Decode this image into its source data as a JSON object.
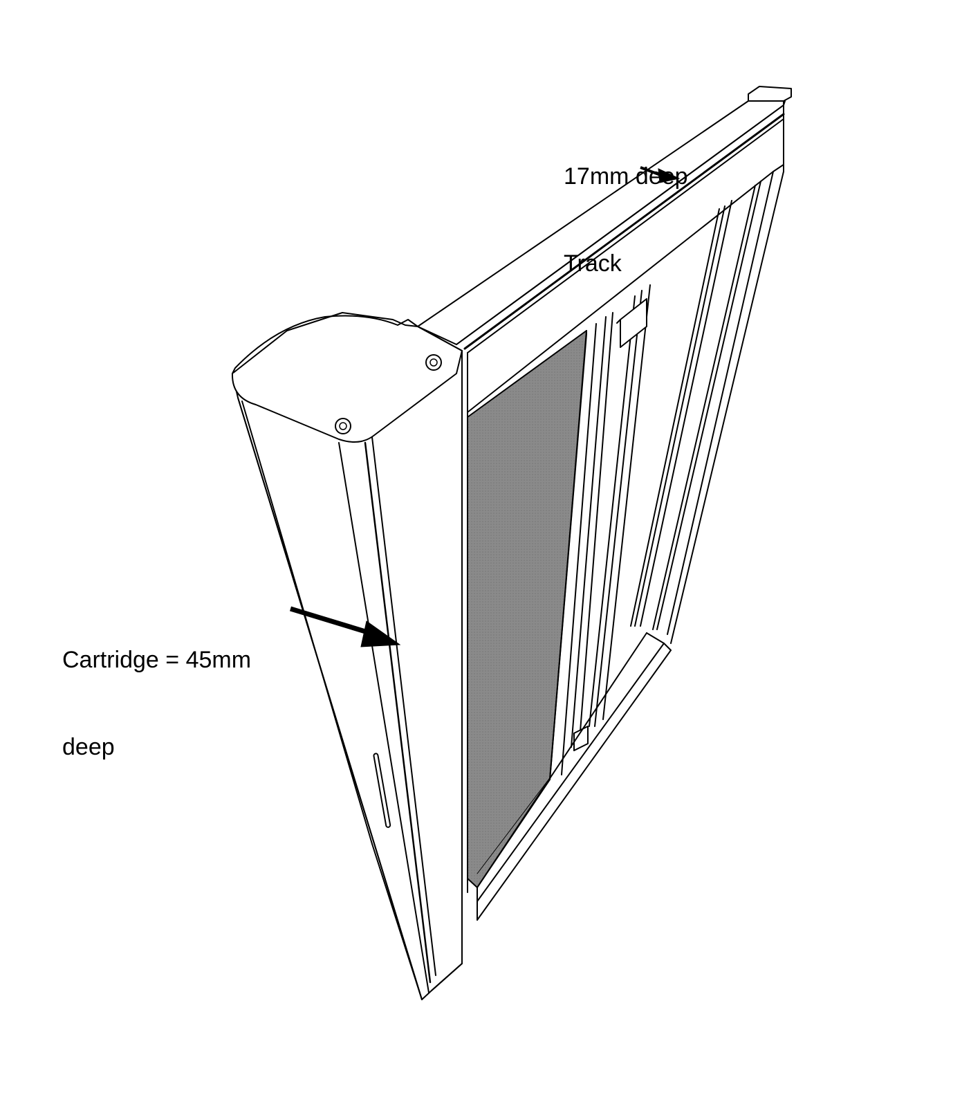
{
  "diagram": {
    "subject": "Retractable insect screen with cartridge and track (isometric line drawing)",
    "background_color": "#ffffff",
    "line_color": "#000000",
    "mesh_color": "#8a8a8a",
    "annotations": [
      {
        "id": "track",
        "line1": "17mm deep",
        "line2": "Track",
        "points_to": "top track"
      },
      {
        "id": "cartridge",
        "line1": "Cartridge = 45mm",
        "line2": "deep",
        "points_to": "cartridge side"
      }
    ],
    "components": [
      "cartridge housing",
      "cartridge end cap with two screws",
      "top track",
      "mesh screen",
      "sliding bar with handle",
      "bottom rail",
      "side frame"
    ]
  }
}
